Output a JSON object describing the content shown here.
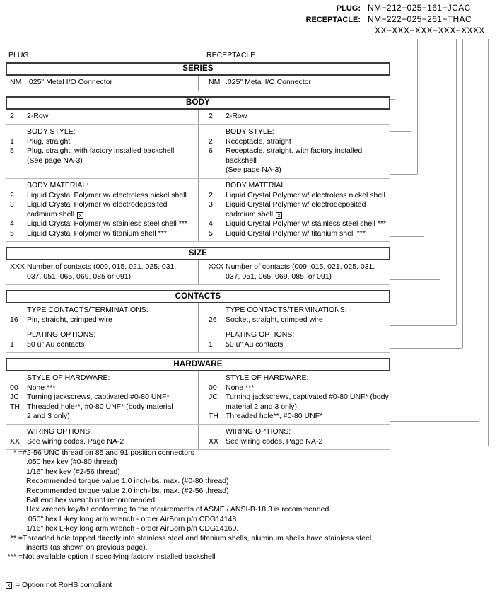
{
  "header": {
    "plug_label": "PLUG:",
    "receptacle_label": "RECEPTACLE:",
    "plug_partnumber": "NM−212−025−161−JCAC",
    "receptacle_partnumber": "NM−222−025−261−THAC",
    "mask": "XX−XXX−XXX−XXX−XXXX"
  },
  "columns": {
    "left": "PLUG",
    "right": "RECEPTACLE"
  },
  "sections": [
    {
      "banner": "SERIES",
      "blocks": [
        {
          "title": "",
          "left": [
            {
              "code": "NM",
              "desc": ".025\" Metal I/O Connector"
            }
          ],
          "right": [
            {
              "code": "NM",
              "desc": ".025\" Metal I/O Connector"
            }
          ]
        }
      ]
    },
    {
      "banner": "BODY",
      "blocks": [
        {
          "title": "",
          "left": [
            {
              "code": "2",
              "desc": "2-Row"
            }
          ],
          "right": [
            {
              "code": "2",
              "desc": "2-Row"
            }
          ]
        },
        {
          "title_left": "BODY STYLE:",
          "title_right": "BODY STYLE:",
          "left": [
            {
              "code": "1",
              "desc": "Plug, straight"
            },
            {
              "code": "5",
              "desc": "Plug, straight, with factory installed backshell"
            },
            {
              "code": "",
              "desc": "(See page NA-3)"
            }
          ],
          "right": [
            {
              "code": "2",
              "desc": "Receptacle, straight"
            },
            {
              "code": "6",
              "desc": "Receptacle, straight, with factory installed backshell"
            },
            {
              "code": "",
              "desc": "(See page NA-3)"
            }
          ]
        },
        {
          "title_left": "BODY MATERIAL:",
          "title_right": "BODY MATERIAL:",
          "left": [
            {
              "code": "2",
              "desc": "Liquid Crystal Polymer w/ electroless nickel shell"
            },
            {
              "code": "3",
              "desc": "Liquid Crystal Polymer w/ electrodeposited"
            },
            {
              "code": "",
              "desc": "cadmium shell",
              "rohs": true
            },
            {
              "code": "4",
              "desc": "Liquid Crystal Polymer w/ stainless steel shell ***"
            },
            {
              "code": "5",
              "desc": "Liquid Crystal Polymer w/ titanium shell ***"
            }
          ],
          "right": [
            {
              "code": "2",
              "desc": "Liquid Crystal Polymer w/ electroless nickel shell"
            },
            {
              "code": "3",
              "desc": "Liquid Crystal Polymer w/ electrodeposited"
            },
            {
              "code": "",
              "desc": "cadmium shell",
              "rohs": true
            },
            {
              "code": "4",
              "desc": "Liquid Crystal Polymer w/ stainless steel shell ***"
            },
            {
              "code": "5",
              "desc": "Liquid Crystal Polymer w/ titanium shell ***"
            }
          ]
        }
      ]
    },
    {
      "banner": "SIZE",
      "blocks": [
        {
          "title": "",
          "left": [
            {
              "code": "XXX",
              "desc": "Number of contacts (009, 015, 021, 025, 031,"
            },
            {
              "code": "",
              "desc": "037, 051, 065, 069, 085 or 091)"
            }
          ],
          "right": [
            {
              "code": "XXX",
              "desc": "Number of contacts (009, 015, 021, 025, 031,"
            },
            {
              "code": "",
              "desc": "037, 051, 065, 069, 085, or 091)"
            }
          ]
        }
      ]
    },
    {
      "banner": "CONTACTS",
      "blocks": [
        {
          "title_left": "TYPE CONTACTS/TERMINATIONS:",
          "title_right": "TYPE CONTACTS/TERMINATIONS:",
          "left": [
            {
              "code": "16",
              "desc": "Pin, straight, crimped wire"
            }
          ],
          "right": [
            {
              "code": "26",
              "desc": "Socket, straight, crimped wire"
            }
          ]
        },
        {
          "title_left": "PLATING OPTIONS:",
          "title_right": "PLATING OPTIONS:",
          "left": [
            {
              "code": "1",
              "desc": "50 u\" Au contacts"
            }
          ],
          "right": [
            {
              "code": "1",
              "desc": "50 u\" Au contacts"
            }
          ]
        }
      ]
    },
    {
      "banner": "HARDWARE",
      "blocks": [
        {
          "title_left": "STYLE OF HARDWARE:",
          "title_right": "STYLE OF HARDWARE:",
          "left": [
            {
              "code": "00",
              "desc": "None ***"
            },
            {
              "code": "JC",
              "desc": "Turning jackscrews, captivated #0-80 UNF*"
            },
            {
              "code": "TH",
              "desc": "Threaded hole**, #0-80 UNF* (body material"
            },
            {
              "code": "",
              "desc": "2 and 3 only)"
            }
          ],
          "right": [
            {
              "code": "00",
              "desc": "None ***"
            },
            {
              "code": "JC",
              "desc": "Turning jackscrews, captivated #0-80 UNF* (body"
            },
            {
              "code": "",
              "desc": "material 2 and 3 only)"
            },
            {
              "code": "TH",
              "desc": "Threaded hole**, #0-80 UNF*"
            }
          ]
        },
        {
          "title_left": "WIRING OPTIONS:",
          "title_right": "WIRING OPTIONS:",
          "left": [
            {
              "code": "XX",
              "desc": "See wiring codes, Page NA-2"
            }
          ],
          "right": [
            {
              "code": "XX",
              "desc": "See wiring codes, Page NA-2"
            }
          ]
        }
      ]
    }
  ],
  "footnotes": {
    "star": {
      "mark": "* =",
      "first": "#2-56 UNC thread on 85 and 91 position connectors",
      "lines": [
        ".050 hex key (#0-80 thread)",
        "1/16\" hex key (#2-56 thread)",
        "Recommended torque value 1.0 inch-lbs. max. (#0-80 thread)",
        "Recommended torque value 2.0 inch-lbs. max. (#2-56 thread)",
        "Ball end hex wrench not recommended",
        "Hex wrench key/bit conforming to the requirements of ASME / ANSI-B-18.3 is recommended.",
        ".050\" hex L-key long arm wrench - order AirBorn p/n CDG14148.",
        "1/16\" hex L-key long arm wrench - order AirBorn p/n CDG14160."
      ]
    },
    "doublestar": {
      "mark": "** =",
      "first": "Threaded hole tapped directly into stainless steel and titanium shells, aluminum shells have stainless steel",
      "second": "inserts (as shown on previous page)."
    },
    "triplestar": {
      "mark": "*** =",
      "first": "Not available option if specifying factory installed backshell"
    },
    "rohs": {
      "glyph": "☒",
      "text": "= Option not RoHS compliant"
    }
  },
  "colors": {
    "banner_border": "#3a3a3a",
    "divider": "#b9b9b9",
    "bracket": "#9a9a9a",
    "tick": "#6b6b6b"
  }
}
